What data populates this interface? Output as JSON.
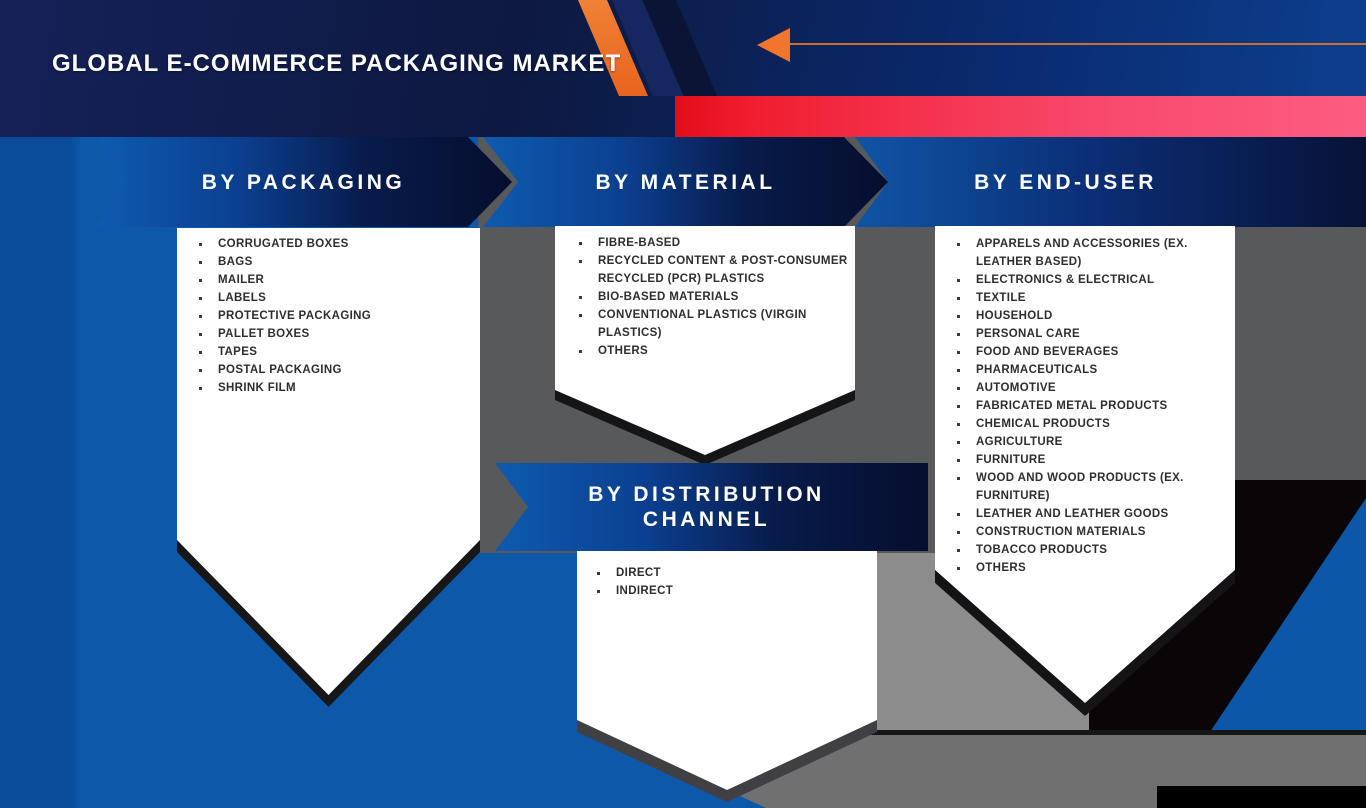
{
  "title": "GLOBAL E-COMMERCE PACKAGING MARKET",
  "sections": [
    {
      "id": "packaging",
      "label": "BY PACKAGING",
      "items": [
        "CORRUGATED BOXES",
        "BAGS",
        "MAILER",
        "LABELS",
        "PROTECTIVE PACKAGING",
        "PALLET BOXES",
        "TAPES",
        "POSTAL PACKAGING",
        "SHRINK FILM"
      ]
    },
    {
      "id": "material",
      "label": "BY MATERIAL",
      "items": [
        "FIBRE-BASED",
        "RECYCLED CONTENT & POST-CONSUMER RECYCLED (PCR) PLASTICS",
        "BIO-BASED MATERIALS",
        "CONVENTIONAL PLASTICS (VIRGIN PLASTICS)",
        "OTHERS"
      ]
    },
    {
      "id": "end_user",
      "label": "BY END-USER",
      "items": [
        "APPARELS AND ACCESSORIES (EX. LEATHER BASED)",
        "ELECTRONICS & ELECTRICAL",
        "TEXTILE",
        "HOUSEHOLD",
        "PERSONAL CARE",
        "FOOD AND BEVERAGES",
        "PHARMACEUTICALS",
        "AUTOMOTIVE",
        "FABRICATED METAL PRODUCTS",
        "CHEMICAL PRODUCTS",
        "AGRICULTURE",
        "FURNITURE",
        "WOOD AND WOOD PRODUCTS (EX. FURNITURE)",
        "LEATHER AND LEATHER GOODS",
        "CONSTRUCTION MATERIALS",
        "TOBACCO PRODUCTS",
        "OTHERS"
      ]
    },
    {
      "id": "distribution",
      "label": "BY DISTRIBUTION CHANNEL",
      "items": [
        "DIRECT",
        "INDIRECT"
      ]
    }
  ],
  "colors": {
    "background_blue": "#0d57a8",
    "header_navy": "#0d1940",
    "banner_dark_navy": "#050e2e",
    "banner_blue": "#0e5bb0",
    "accent_orange": "#f0762e",
    "red_bar_left": "#f01c2e",
    "red_bar_right": "#fd5c82",
    "backdrop_gray": "#58595b",
    "backdrop_light_gray": "#8c8c8c",
    "shadow_black": "#141417",
    "panel_white": "#ffffff",
    "list_text": "#2e2e30",
    "heading_text": "#ffffff"
  }
}
